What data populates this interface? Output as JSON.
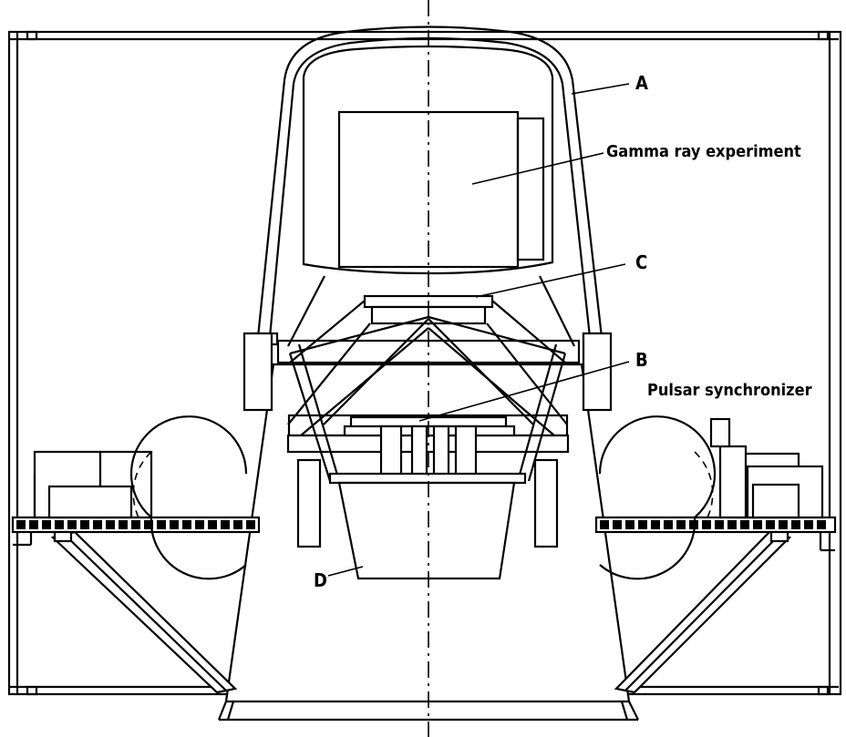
{
  "labels": {
    "a": "A",
    "b": "B",
    "c": "C",
    "d": "D",
    "gamma": "Gamma ray experiment",
    "pulsar": "Pulsar synchronizer"
  }
}
